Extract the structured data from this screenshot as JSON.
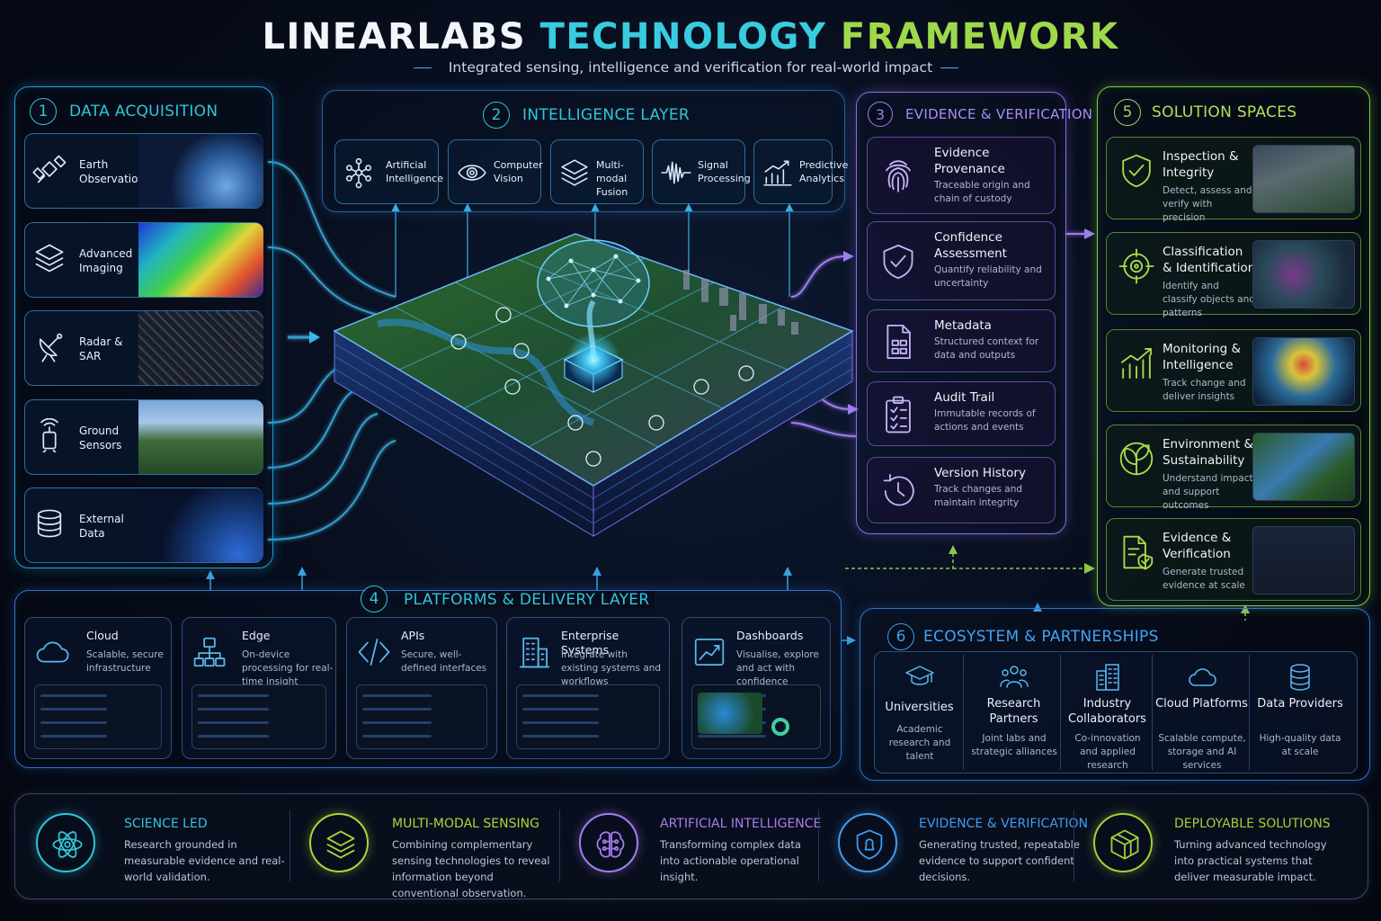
{
  "header": {
    "title_part1": "LINEARLABS",
    "title_part2": "TECHNOLOGY",
    "title_part3": "FRAMEWORK",
    "subtitle": "Integrated sensing, intelligence and verification for real-world impact"
  },
  "data_acquisition": {
    "number": "1",
    "title": "DATA ACQUISITION",
    "items": [
      {
        "label": "Earth Observation",
        "icon": "satellite-icon"
      },
      {
        "label": "Advanced Imaging",
        "icon": "layers-cube-icon"
      },
      {
        "label": "Radar & SAR",
        "icon": "radar-dish-icon"
      },
      {
        "label": "Ground Sensors",
        "icon": "sensor-icon"
      },
      {
        "label": "External Data",
        "icon": "database-cloud-icon"
      }
    ]
  },
  "intelligence_layer": {
    "number": "2",
    "title": "INTELLIGENCE LAYER",
    "items": [
      {
        "label": "Artificial Intelligence",
        "icon": "neural-network-icon"
      },
      {
        "label": "Computer Vision",
        "icon": "eye-icon"
      },
      {
        "label": "Multi-modal Fusion",
        "icon": "stack-layers-icon"
      },
      {
        "label": "Signal Processing",
        "icon": "waveform-icon"
      },
      {
        "label": "Predictive Analytics",
        "icon": "bar-trend-icon"
      }
    ]
  },
  "evidence_verification": {
    "number": "3",
    "title": "EVIDENCE & VERIFICATION",
    "items": [
      {
        "title": "Evidence Provenance",
        "desc": "Traceable origin and chain of custody",
        "icon": "fingerprint-icon"
      },
      {
        "title": "Confidence Assessment",
        "desc": "Quantify reliability and uncertainty",
        "icon": "shield-check-icon"
      },
      {
        "title": "Metadata",
        "desc": "Structured context for data and outputs",
        "icon": "document-icon"
      },
      {
        "title": "Audit Trail",
        "desc": "Immutable records of actions and events",
        "icon": "clipboard-list-icon"
      },
      {
        "title": "Version History",
        "desc": "Track changes and maintain integrity",
        "icon": "clock-history-icon"
      }
    ]
  },
  "platforms": {
    "number": "4",
    "title": "PLATFORMS & DELIVERY LAYER",
    "items": [
      {
        "title": "Cloud",
        "desc": "Scalable, secure infrastructure",
        "icon": "cloud-icon"
      },
      {
        "title": "Edge",
        "desc": "On-device processing for real-time insight",
        "icon": "edge-network-icon"
      },
      {
        "title": "APIs",
        "desc": "Secure, well-defined interfaces",
        "icon": "code-brackets-icon"
      },
      {
        "title": "Enterprise Systems",
        "desc": "Integrate with existing systems and workflows",
        "icon": "building-icon"
      },
      {
        "title": "Dashboards",
        "desc": "Visualise, explore and act with confidence",
        "icon": "chart-window-icon"
      }
    ]
  },
  "solution_spaces": {
    "number": "5",
    "title": "SOLUTION SPACES",
    "items": [
      {
        "title": "Inspection & Integrity",
        "desc": "Detect, assess and verify with precision",
        "icon": "shield-check-icon"
      },
      {
        "title": "Classification & Identification",
        "desc": "Identify and classify objects and patterns",
        "icon": "target-icon"
      },
      {
        "title": "Monitoring & Intelligence",
        "desc": "Track change and deliver insights",
        "icon": "trend-chart-icon"
      },
      {
        "title": "Environment & Sustainability",
        "desc": "Understand impact and support outcomes",
        "icon": "leaf-icon"
      },
      {
        "title": "Evidence & Verification",
        "desc": "Generate trusted evidence at scale",
        "icon": "document-shield-icon"
      }
    ]
  },
  "ecosystem": {
    "number": "6",
    "title": "ECOSYSTEM & PARTNERSHIPS",
    "items": [
      {
        "title": "Universities",
        "desc": "Academic research and talent",
        "icon": "graduation-cap-icon"
      },
      {
        "title": "Research Partners",
        "desc": "Joint labs and strategic alliances",
        "icon": "people-group-icon"
      },
      {
        "title": "Industry Collaborators",
        "desc": "Co-innovation and applied research",
        "icon": "buildings-icon"
      },
      {
        "title": "Cloud Platforms",
        "desc": "Scalable compute, storage and AI services",
        "icon": "cloud-icon"
      },
      {
        "title": "Data Providers",
        "desc": "High-quality data at scale",
        "icon": "database-icon"
      }
    ]
  },
  "principles": [
    {
      "title": "SCIENCE LED",
      "desc": "Research grounded in measurable evidence and real-world validation.",
      "icon": "atom-icon",
      "color": "#2fc6d9"
    },
    {
      "title": "MULTI-MODAL SENSING",
      "desc": "Combining complementary sensing technologies to reveal information beyond conventional observation.",
      "icon": "stack-layers-icon",
      "color": "#a8d63a"
    },
    {
      "title": "ARTIFICIAL INTELLIGENCE",
      "desc": "Transforming complex data into actionable operational insight.",
      "icon": "brain-icon",
      "color": "#a77cf0"
    },
    {
      "title": "EVIDENCE & VERIFICATION",
      "desc": "Generating trusted, repeatable evidence to support confident decisions.",
      "icon": "shield-icon",
      "color": "#3f9cf0"
    },
    {
      "title": "DEPLOYABLE SOLUTIONS",
      "desc": "Turning advanced technology into practical systems that deliver measurable impact.",
      "icon": "cube-icon",
      "color": "#9fd13a"
    }
  ],
  "colors": {
    "cyan": "#2fc6d9",
    "purple": "#9b7cf0",
    "green": "#8fd43a",
    "blue": "#3f8ff0",
    "background": "#060b18"
  }
}
